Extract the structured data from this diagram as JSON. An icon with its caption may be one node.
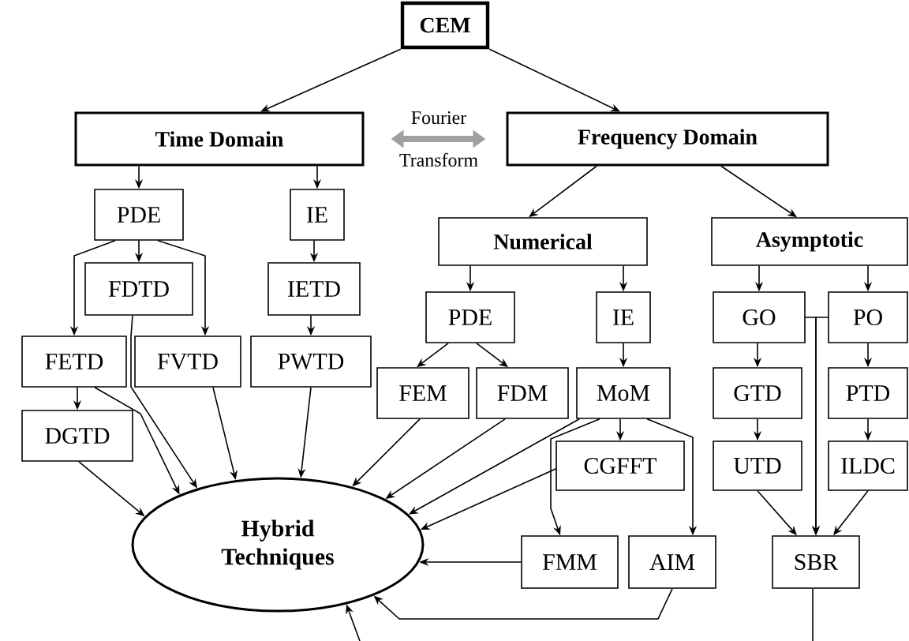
{
  "diagram": {
    "nodes": [
      {
        "text": [
          "CEM"
        ]
      },
      {
        "text": [
          "Time Domain"
        ]
      },
      {
        "text": [
          "Frequency Domain"
        ]
      },
      {
        "text": [
          "PDE"
        ]
      },
      {
        "text": [
          "IE"
        ]
      },
      {
        "text": [
          "FDTD"
        ]
      },
      {
        "text": [
          "IETD"
        ]
      },
      {
        "text": [
          "FETD"
        ]
      },
      {
        "text": [
          "FVTD"
        ]
      },
      {
        "text": [
          "PWTD"
        ]
      },
      {
        "text": [
          "DGTD"
        ]
      },
      {
        "text": [
          "Numerical"
        ]
      },
      {
        "text": [
          "Asymptotic"
        ]
      },
      {
        "text": [
          "PDE"
        ]
      },
      {
        "text": [
          "IE"
        ]
      },
      {
        "text": [
          "GO"
        ]
      },
      {
        "text": [
          "PO"
        ]
      },
      {
        "text": [
          "FEM"
        ]
      },
      {
        "text": [
          "FDM"
        ]
      },
      {
        "text": [
          "MoM"
        ]
      },
      {
        "text": [
          "GTD"
        ]
      },
      {
        "text": [
          "PTD"
        ]
      },
      {
        "text": [
          "CGFFT"
        ]
      },
      {
        "text": [
          "UTD"
        ]
      },
      {
        "text": [
          "ILDC"
        ]
      },
      {
        "text": [
          "Hybrid Techniques"
        ]
      },
      {
        "text": [
          "FMM"
        ]
      },
      {
        "text": [
          "AIM"
        ]
      },
      {
        "text": [
          "SBR"
        ]
      }
    ],
    "edges": [
      {
        "from": 0,
        "to": 1,
        "arrow": "to"
      },
      {
        "from": 0,
        "to": 2,
        "arrow": "to"
      },
      {
        "from": 1,
        "to": 2,
        "arrow": "both",
        "label": "Fourier Transform",
        "style": "thick",
        "color": "#a0a0a0"
      },
      {
        "from": 1,
        "to": 3,
        "arrow": "to"
      },
      {
        "from": 1,
        "to": 4,
        "arrow": "to"
      },
      {
        "from": 3,
        "to": 5,
        "arrow": "to"
      },
      {
        "from": 3,
        "to": 7,
        "arrow": "to"
      },
      {
        "from": 3,
        "to": 8,
        "arrow": "to"
      },
      {
        "from": 4,
        "to": 6,
        "arrow": "to"
      },
      {
        "from": 6,
        "to": 9,
        "arrow": "to"
      },
      {
        "from": 7,
        "to": 10,
        "arrow": "to"
      },
      {
        "from": 7,
        "to": 25,
        "arrow": "to"
      },
      {
        "from": 5,
        "to": 25,
        "arrow": "to"
      },
      {
        "from": 8,
        "to": 25,
        "arrow": "to"
      },
      {
        "from": 10,
        "to": 25,
        "arrow": "to"
      },
      {
        "from": 9,
        "to": 25,
        "arrow": "to"
      },
      {
        "from": 2,
        "to": 11,
        "arrow": "to"
      },
      {
        "from": 2,
        "to": 12,
        "arrow": "to"
      },
      {
        "from": 11,
        "to": 13,
        "arrow": "to"
      },
      {
        "from": 11,
        "to": 14,
        "arrow": "to"
      },
      {
        "from": 12,
        "to": 15,
        "arrow": "to"
      },
      {
        "from": 12,
        "to": 16,
        "arrow": "to"
      },
      {
        "from": 13,
        "to": 17,
        "arrow": "to"
      },
      {
        "from": 13,
        "to": 18,
        "arrow": "to"
      },
      {
        "from": 14,
        "to": 19,
        "arrow": "to"
      },
      {
        "from": 15,
        "to": 20,
        "arrow": "to"
      },
      {
        "from": 20,
        "to": 23,
        "arrow": "to"
      },
      {
        "from": 16,
        "to": 21,
        "arrow": "to"
      },
      {
        "from": 21,
        "to": 24,
        "arrow": "to"
      },
      {
        "from": 17,
        "to": 25,
        "arrow": "to"
      },
      {
        "from": 18,
        "to": 25,
        "arrow": "to"
      },
      {
        "from": 19,
        "to": 25,
        "arrow": "to"
      },
      {
        "from": 22,
        "to": 25,
        "arrow": "to"
      },
      {
        "from": 19,
        "to": 22,
        "arrow": "to"
      },
      {
        "from": 19,
        "to": 26,
        "arrow": "to"
      },
      {
        "from": 19,
        "to": 27,
        "arrow": "to"
      },
      {
        "from": 26,
        "to": 25,
        "arrow": "to"
      },
      {
        "from": 27,
        "to": 25,
        "arrow": "to"
      },
      {
        "from": 15,
        "to": 28,
        "arrow": "to"
      },
      {
        "from": 16,
        "to": 28,
        "arrow": "to"
      },
      {
        "from": 23,
        "to": 28,
        "arrow": "to"
      },
      {
        "from": 24,
        "to": 28,
        "arrow": "to"
      },
      {
        "from": 28,
        "to": null,
        "arrow": "none"
      },
      {
        "from": null,
        "to": 25,
        "arrow": "to"
      }
    ]
  }
}
